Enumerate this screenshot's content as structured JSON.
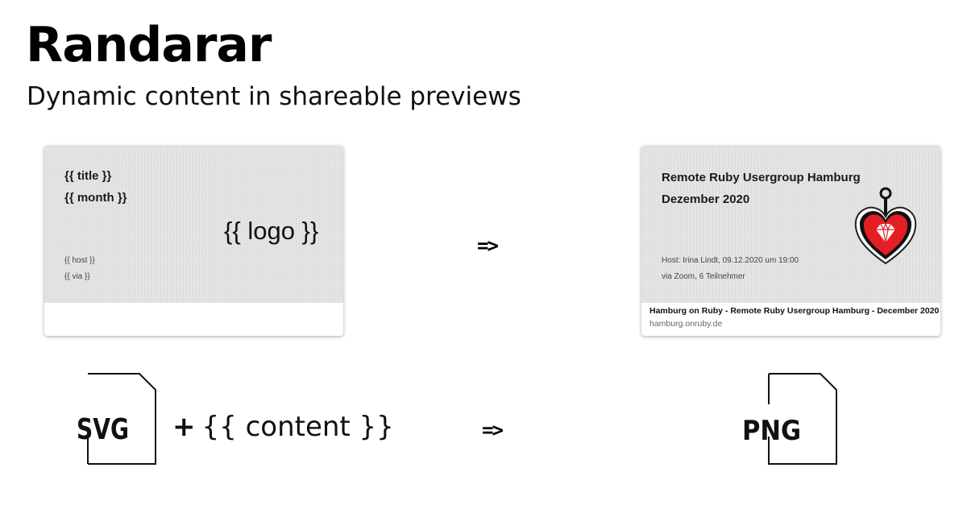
{
  "header": {
    "title": "Randarar",
    "subtitle": "Dynamic content in shareable previews"
  },
  "template_card": {
    "title": "{{ title }}",
    "month": "{{ month }}",
    "logo": "{{ logo }}",
    "host": "{{ host }}",
    "via": "{{ via }}"
  },
  "result_card": {
    "title": "Remote Ruby Usergroup Hamburg",
    "month": "Dezember 2020",
    "host": "Host: Irina Lindt, 09.12.2020 um 19:00",
    "via": "via Zoom, 6 Teilnehmer",
    "link_title": "Hamburg on Ruby - Remote Ruby Usergroup Hamburg - December 2020",
    "link_domain": "hamburg.onruby.de",
    "logo_icon": "anchor-heart-ruby-icon",
    "logo_color": "#e31e24"
  },
  "arrows": {
    "top": "=>",
    "bottom": "=>"
  },
  "pipeline": {
    "input_file_label": "SVG",
    "plus": "+",
    "content": "{{ content }}",
    "output_file_label": "PNG"
  }
}
